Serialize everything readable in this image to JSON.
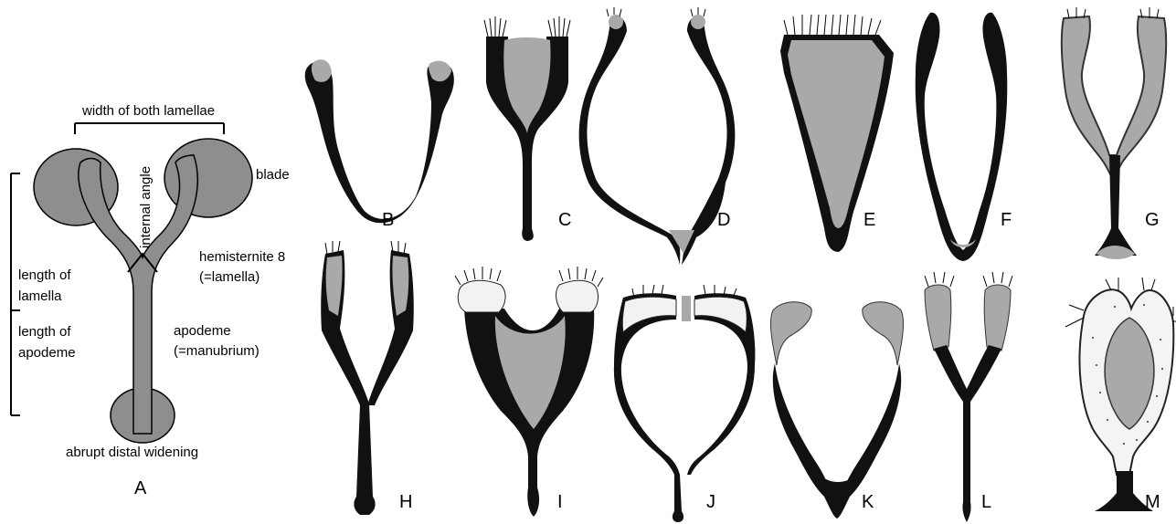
{
  "colors": {
    "sclerite_dark": "#111111",
    "membrane_grey": "#a9a9a9",
    "schematic_grey": "#8e8e8e",
    "background": "#ffffff"
  },
  "panel_a": {
    "letter": "A",
    "labels": {
      "width_of_both_lamellae": "width of both lamellae",
      "internal_angle": "internal angle",
      "blade": "blade",
      "hemisternite_8": "hemisternite 8",
      "lamella_alt": "(=lamella)",
      "length_of": "length of",
      "lamella": "lamella",
      "apodeme_length": "apodeme",
      "apodeme": "apodeme",
      "manubrium_alt": "(=manubrium)",
      "abrupt_distal_widening": "abrupt distal widening"
    }
  },
  "panels": [
    {
      "letter": "B"
    },
    {
      "letter": "C"
    },
    {
      "letter": "D"
    },
    {
      "letter": "E"
    },
    {
      "letter": "F"
    },
    {
      "letter": "G"
    },
    {
      "letter": "H"
    },
    {
      "letter": "I"
    },
    {
      "letter": "J"
    },
    {
      "letter": "K"
    },
    {
      "letter": "L"
    },
    {
      "letter": "M"
    }
  ]
}
